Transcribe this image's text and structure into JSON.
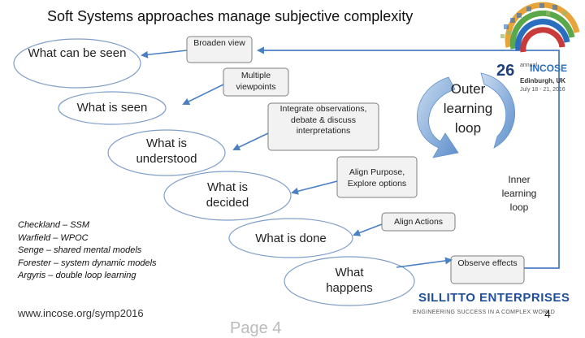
{
  "title": "Soft Systems approaches manage subjective complexity",
  "ellipses": {
    "seen": "What can be seen",
    "what_is_seen": "What is seen",
    "understood": "What is understood",
    "decided": "What is decided",
    "done": "What is done",
    "happens": "What happens"
  },
  "boxes": {
    "broaden": "Broaden view",
    "multiple": "Multiple viewpoints",
    "integrate": "Integrate observations, debate & discuss interpretations",
    "align_purpose": "Align Purpose, Explore options",
    "align_actions": "Align Actions",
    "observe": "Observe effects"
  },
  "loops": {
    "outer": "Outer learning loop",
    "inner": "Inner learning loop"
  },
  "references": [
    "Checkland – SSM",
    "Warfield – WPOC",
    "Senge – shared mental models",
    "Forester – system dynamic models",
    "Argyris – double loop learning"
  ],
  "footer": {
    "url": "www.incose.org/symp2016",
    "page_label": "Page 4",
    "page_number": "4",
    "brand": "SILLITTO ENTERPRISES",
    "tagline": "ENGINEERING SUCCESS IN A COMPLEX WORLD"
  },
  "logo": {
    "number": "26",
    "annual": "annual",
    "name": "INCOSE",
    "city": "Edinburgh, UK",
    "dates": "July 18 - 21, 2016"
  },
  "colors": {
    "box_fill": "#f2f2f2",
    "box_stroke": "#7f7f7f",
    "arrow": "#4a7fc1",
    "loop_arrow": "#6f98cf",
    "brand": "#1f4e9a"
  }
}
